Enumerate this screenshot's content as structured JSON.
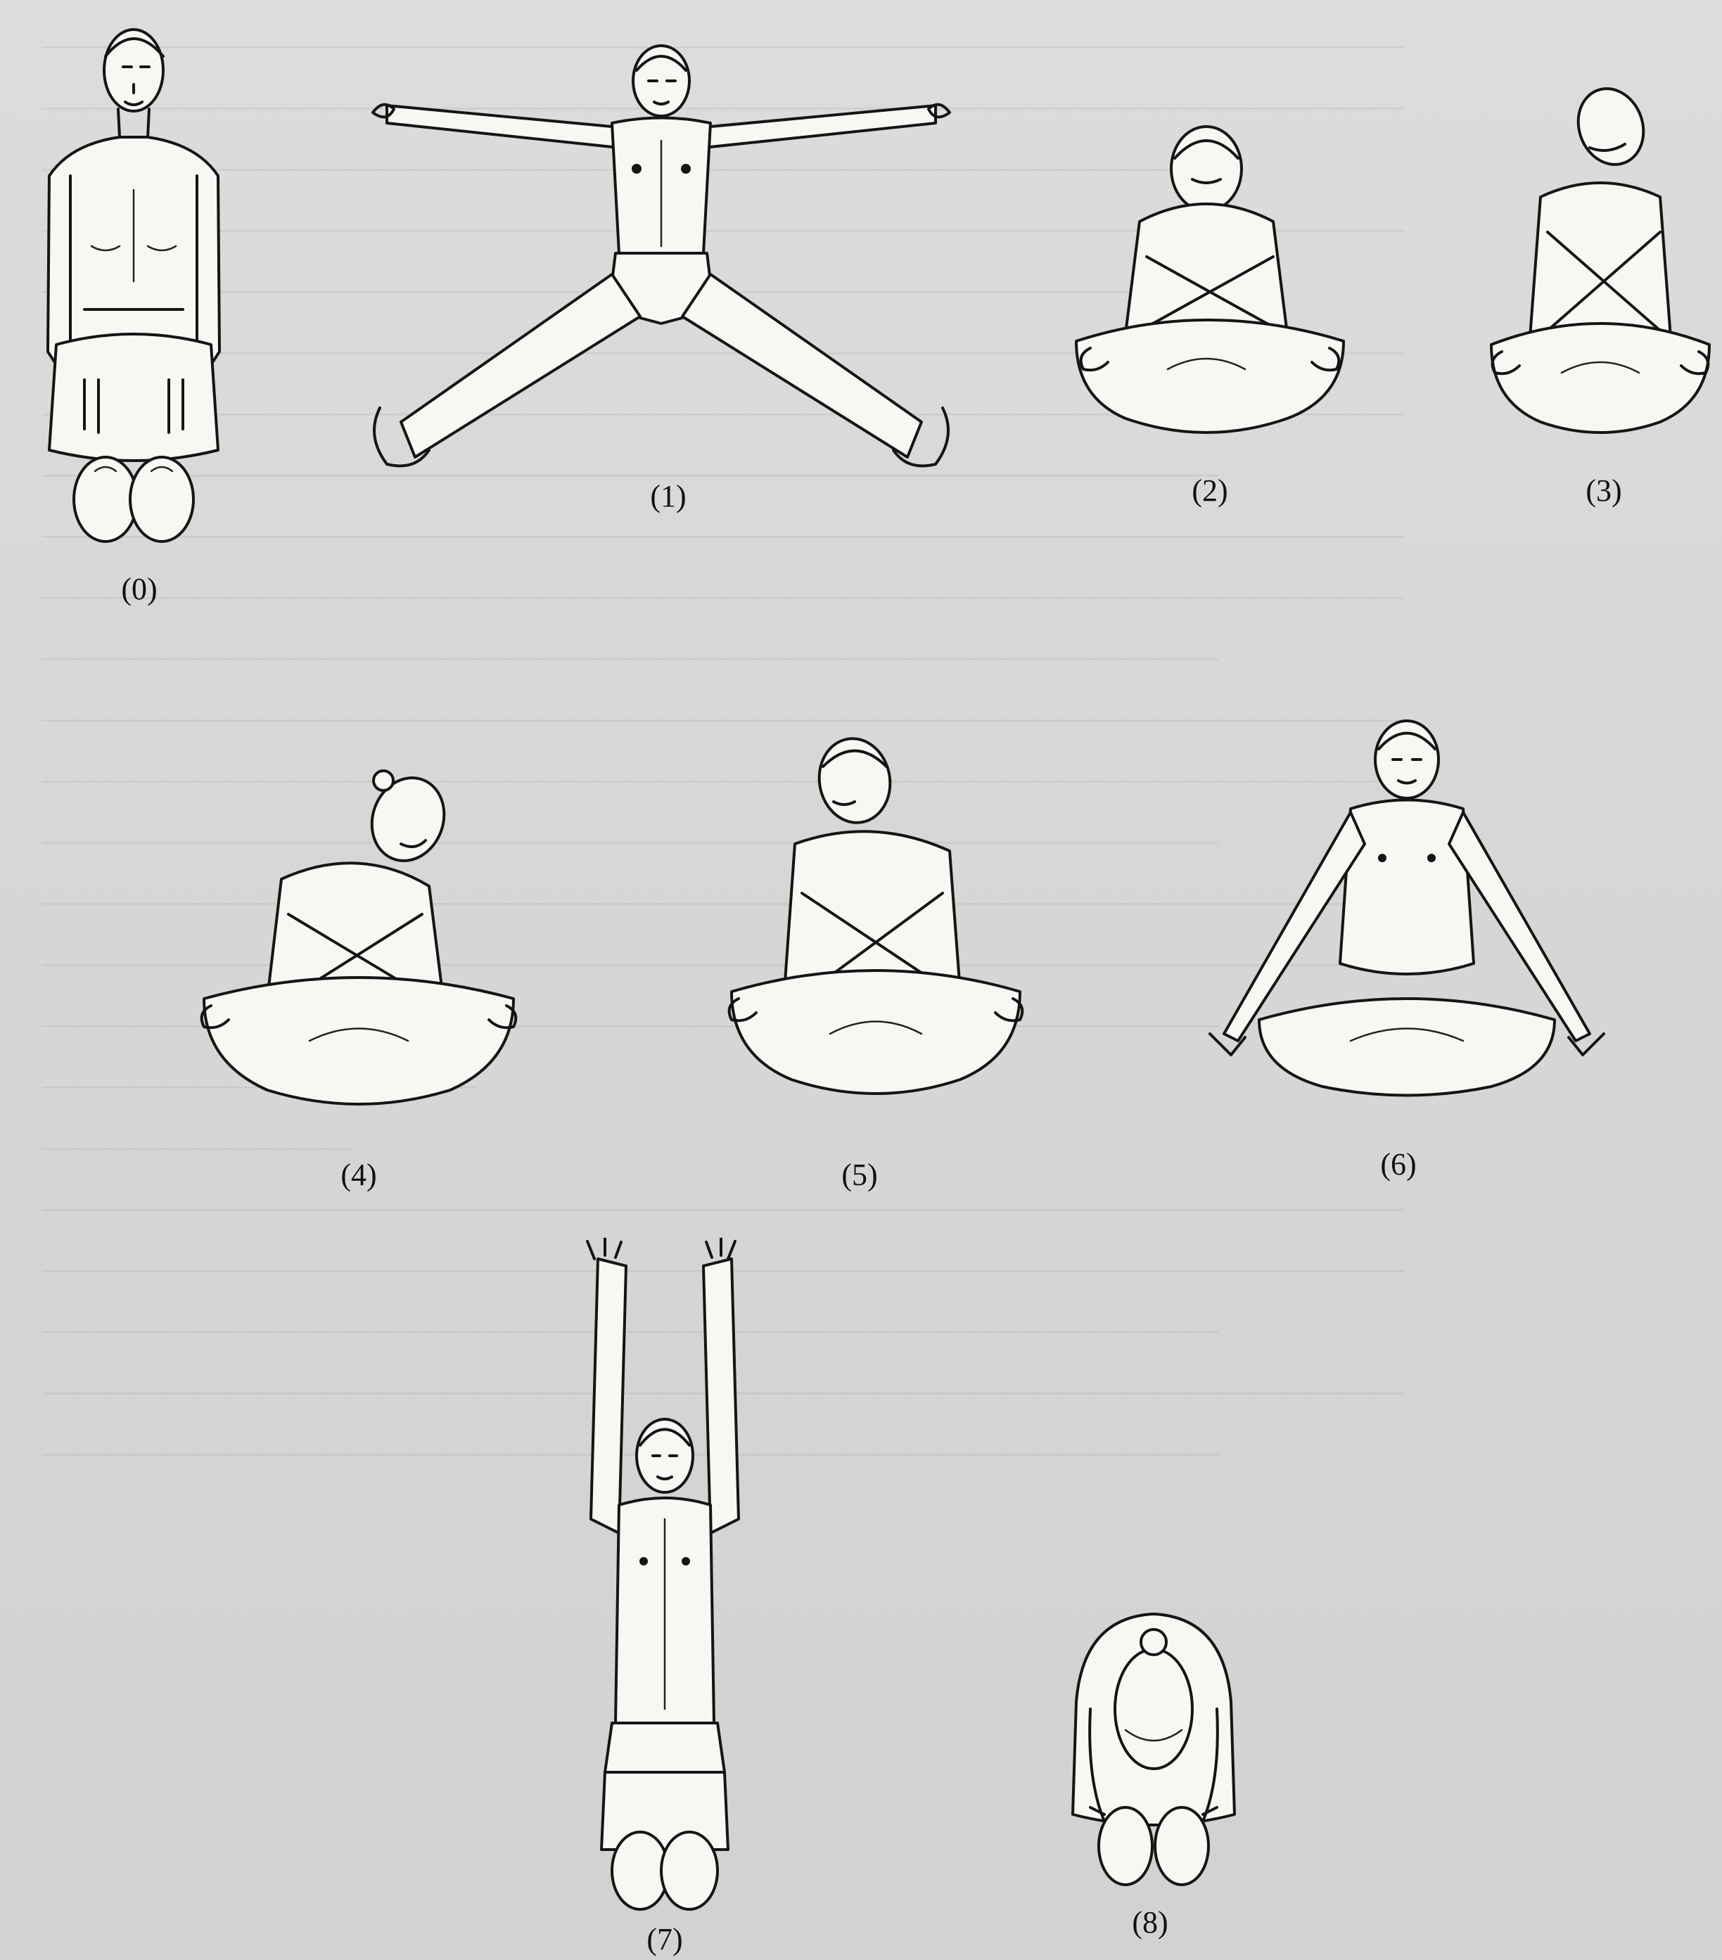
{
  "figures": [
    {
      "id": "fig-0",
      "caption": "(0)"
    },
    {
      "id": "fig-1",
      "caption": "(1)"
    },
    {
      "id": "fig-2",
      "caption": "(2)"
    },
    {
      "id": "fig-3",
      "caption": "(3)"
    },
    {
      "id": "fig-4",
      "caption": "(4)"
    },
    {
      "id": "fig-5",
      "caption": "(5)"
    },
    {
      "id": "fig-6",
      "caption": "(6)"
    },
    {
      "id": "fig-7",
      "caption": "(7)"
    },
    {
      "id": "fig-8",
      "caption": "(8)"
    }
  ]
}
